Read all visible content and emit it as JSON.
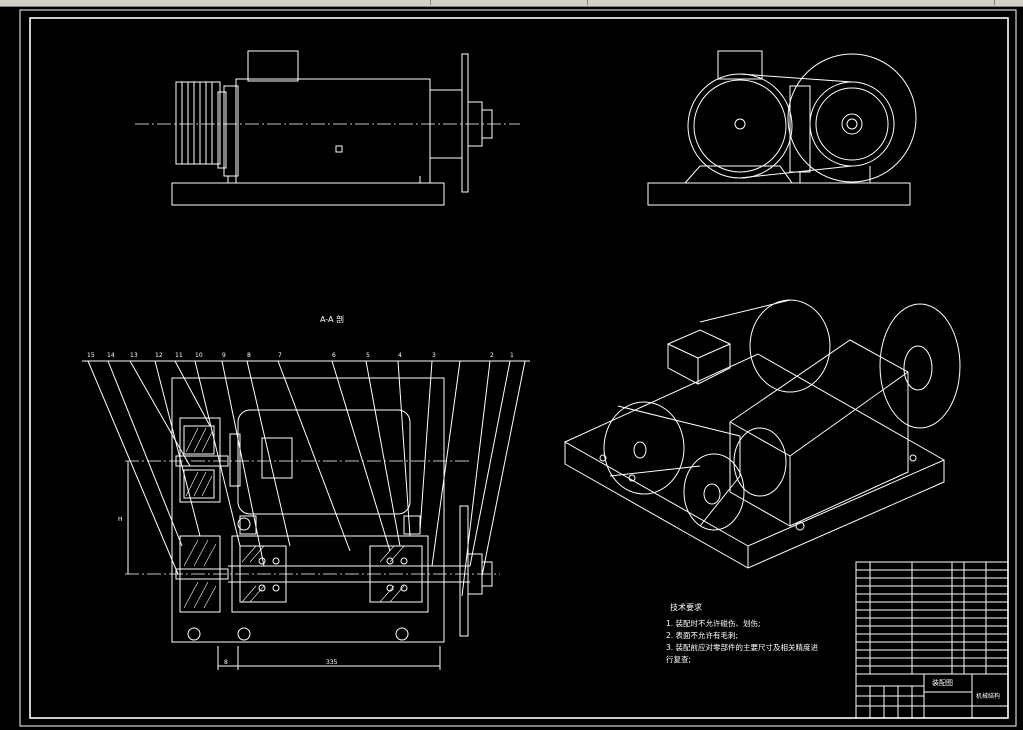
{
  "window": {
    "title": ""
  },
  "drawing": {
    "section_label": "A-A 剖",
    "balloons": [
      "15",
      "14",
      "13",
      "12",
      "11",
      "10",
      "9",
      "8",
      "7",
      "6",
      "5",
      "4",
      "3",
      "2",
      "1"
    ],
    "dimension_height": "H",
    "dimension_bottom_left": "8",
    "dimension_bottom_main": "335",
    "technical_requirements": {
      "title": "技术要求",
      "items": [
        "1. 装配时不允许碰伤、划伤;",
        "2. 表面不允许有毛刺;",
        "3. 装配前应对零部件的主要尺寸及相关精度进",
        "   行复查;"
      ]
    },
    "title_block": {
      "name": "装配图",
      "school": "机械结构"
    }
  },
  "colors": {
    "background": "#000000",
    "lines": "#ffffff",
    "toolbar": "#d4d0c8"
  }
}
